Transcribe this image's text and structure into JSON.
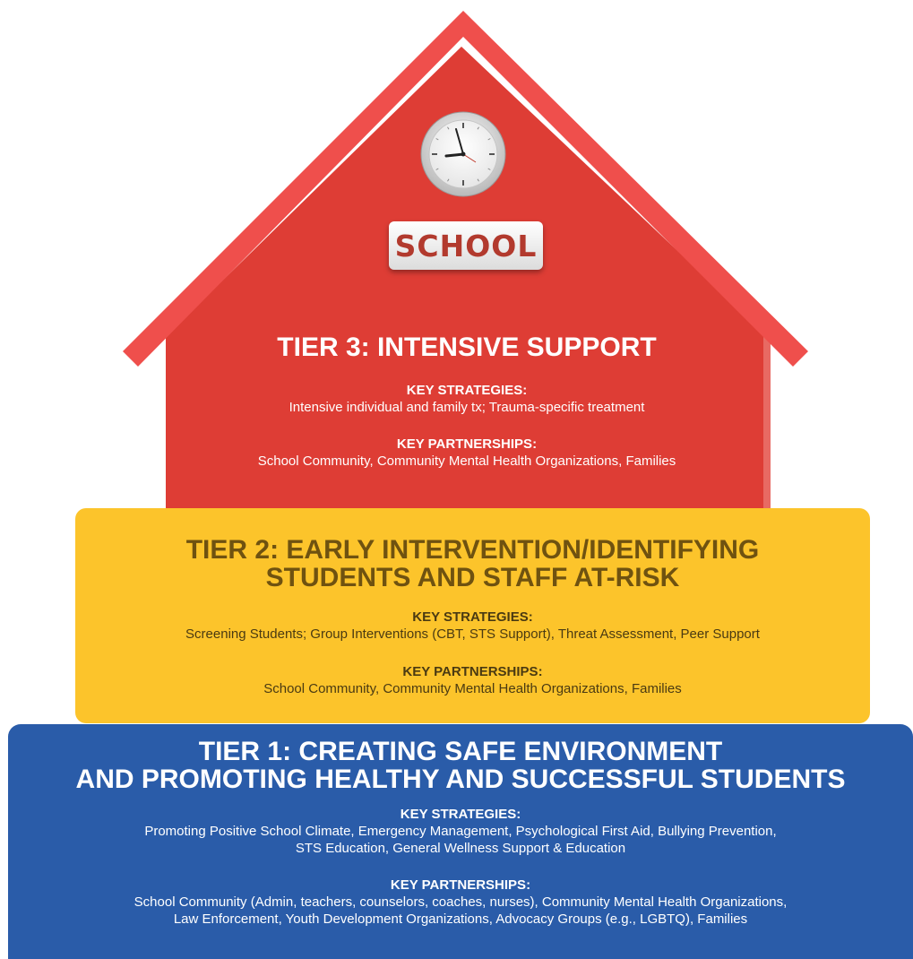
{
  "sign": {
    "label": "SCHOOL"
  },
  "tier3": {
    "title": "TIER 3: INTENSIVE SUPPORT",
    "strategies_label": "KEY STRATEGIES:",
    "strategies": "Intensive individual and family tx; Trauma-specific treatment",
    "partnerships_label": "KEY PARTNERSHIPS:",
    "partnerships": "School Community, Community Mental Health Organizations, Families"
  },
  "tier2": {
    "title_line1": "TIER 2: EARLY INTERVENTION/IDENTIFYING",
    "title_line2": "STUDENTS AND STAFF AT-RISK",
    "strategies_label": "KEY STRATEGIES:",
    "strategies": "Screening Students; Group Interventions (CBT, STS Support), Threat Assessment,  Peer Support",
    "partnerships_label": "KEY PARTNERSHIPS:",
    "partnerships": "School Community, Community Mental Health Organizations, Families"
  },
  "tier1": {
    "title_line1": "TIER 1: CREATING SAFE ENVIRONMENT",
    "title_line2": "AND PROMOTING HEALTHY AND SUCCESSFUL STUDENTS",
    "strategies_label": "KEY STRATEGIES:",
    "strategies_line1": "Promoting Positive School Climate, Emergency Management, Psychological First Aid, Bullying Prevention,",
    "strategies_line2": "STS Education, General Wellness Support & Education",
    "partnerships_label": "KEY PARTNERSHIPS:",
    "partnerships_line1": "School Community (Admin, teachers, counselors, coaches, nurses), Community Mental Health Organizations,",
    "partnerships_line2": "Law Enforcement, Youth Development Organizations, Advocacy Groups (e.g., LGBTQ), Families"
  },
  "colors": {
    "roof": "#ef4f4c",
    "wall": "#de3d35",
    "tier2": "#fcc42b",
    "tier1": "#2a5ca9"
  }
}
